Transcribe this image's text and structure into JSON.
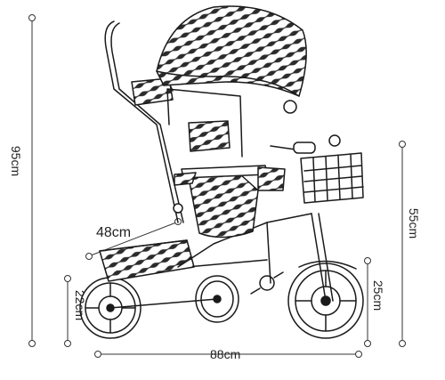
{
  "product": {
    "name": "tricycle-with-canopy-diagram",
    "colors": {
      "line": "#1a1a1a",
      "pattern": "#2b2b2b",
      "background": "#ffffff"
    }
  },
  "dimensions": {
    "total_height": "95cm",
    "seat_height": "55cm",
    "depth": "48cm",
    "rear_wheel": "22cm",
    "front_wheel": "25cm",
    "length": "88cm"
  }
}
